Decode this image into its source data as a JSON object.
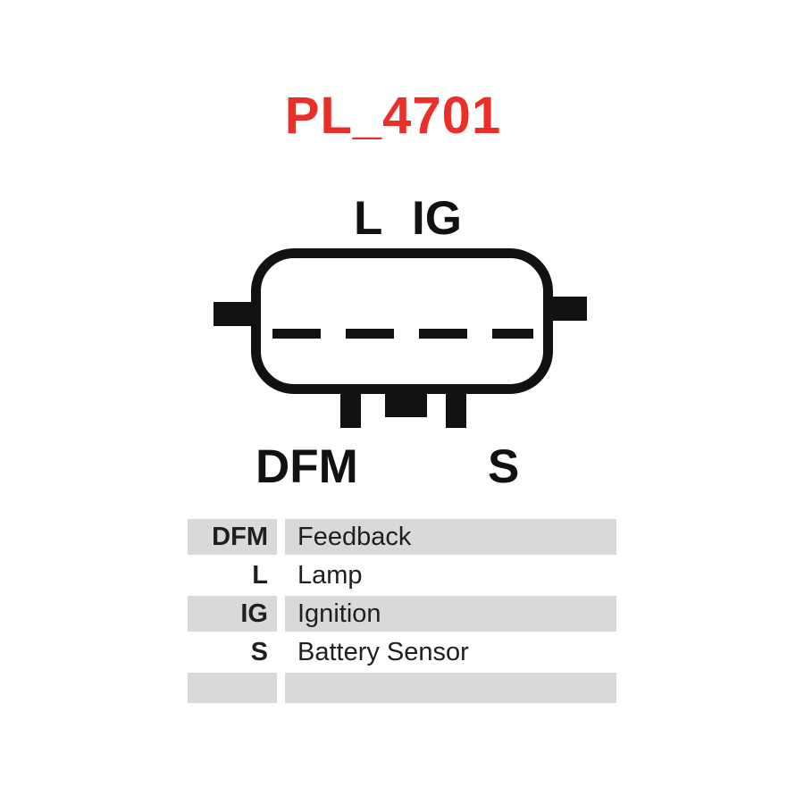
{
  "title": {
    "text": "PL_4701"
  },
  "diagram": {
    "top_labels": [
      "L",
      "IG"
    ],
    "bottom_labels": [
      "DFM",
      "S"
    ]
  },
  "table": {
    "rows": [
      {
        "pin": "DFM",
        "desc": "Feedback"
      },
      {
        "pin": "L",
        "desc": "Lamp"
      },
      {
        "pin": "IG",
        "desc": "Ignition"
      },
      {
        "pin": "S",
        "desc": "Battery Sensor"
      },
      {
        "pin": "",
        "desc": ""
      }
    ]
  },
  "colors": {
    "accent_red": "#ea2f28",
    "row_gray": "#d9d9d9",
    "line_black": "#111111"
  }
}
